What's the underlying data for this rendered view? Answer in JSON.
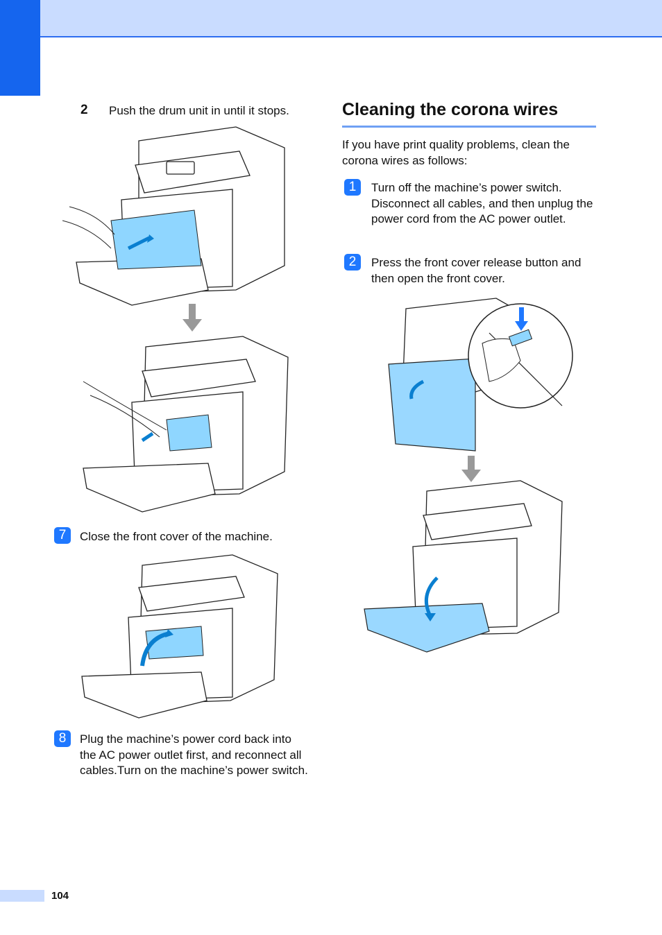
{
  "header": {
    "accent_color": "#1565ee",
    "band_color": "#c9dcff"
  },
  "left_column": {
    "step2": {
      "number": "2",
      "text": "Push the drum unit in until it stops."
    },
    "step7": {
      "badge": "7",
      "text": "Close the front cover of the machine."
    },
    "step8": {
      "badge": "8",
      "text": "Plug the machine’s power cord back into the AC power outlet first, and reconnect all cables.Turn on the machine’s power switch."
    }
  },
  "right_column": {
    "title": "Cleaning the corona wires",
    "intro": "If you have print quality problems, clean the corona wires as follows:",
    "step1": {
      "badge": "1",
      "text": "Turn off the machine’s power switch. Disconnect all cables, and then unplug the power cord from the AC power outlet."
    },
    "step2": {
      "badge": "2",
      "text": "Press the front cover release button and then open the front cover."
    }
  },
  "footer": {
    "page_number": "104"
  },
  "icons": [
    "printer-illustration",
    "down-arrow-icon",
    "curved-arrow-icon"
  ]
}
